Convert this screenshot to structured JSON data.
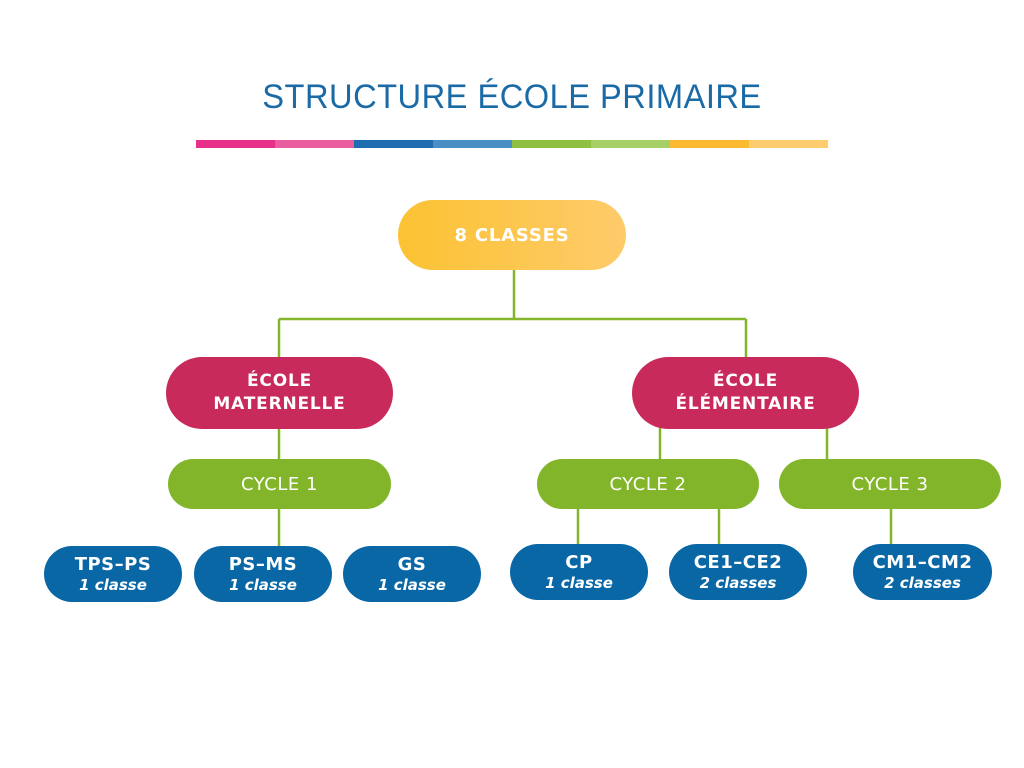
{
  "title": "STRUCTURE ÉCOLE PRIMAIRE",
  "stripe_colors": [
    "#e8308a",
    "#ea5ea0",
    "#1f6db1",
    "#4a8fc3",
    "#8dc13f",
    "#a6cf65",
    "#fbb92f",
    "#fdcc6c"
  ],
  "root": {
    "label": "8 CLASSES"
  },
  "schools": [
    {
      "line1": "ÉCOLE",
      "line2": "MATERNELLE"
    },
    {
      "line1": "ÉCOLE",
      "line2": "ÉLÉMENTAIRE"
    }
  ],
  "cycles": [
    {
      "label": "CYCLE 1"
    },
    {
      "label": "CYCLE 2"
    },
    {
      "label": "CYCLE 3"
    }
  ],
  "classes": [
    {
      "label": "TPS–PS",
      "count": "1 classe"
    },
    {
      "label": "PS–MS",
      "count": "1 classe"
    },
    {
      "label": "GS",
      "count": "1 classe"
    },
    {
      "label": "CP",
      "count": "1 classe"
    },
    {
      "label": "CE1–CE2",
      "count": "2 classes"
    },
    {
      "label": "CM1–CM2",
      "count": "2 classes"
    }
  ],
  "colors": {
    "connector": "#82b52a",
    "school": "#c82a5b",
    "cycle": "#82b52a",
    "class": "#0a67a6",
    "title": "#1a6aa6"
  }
}
